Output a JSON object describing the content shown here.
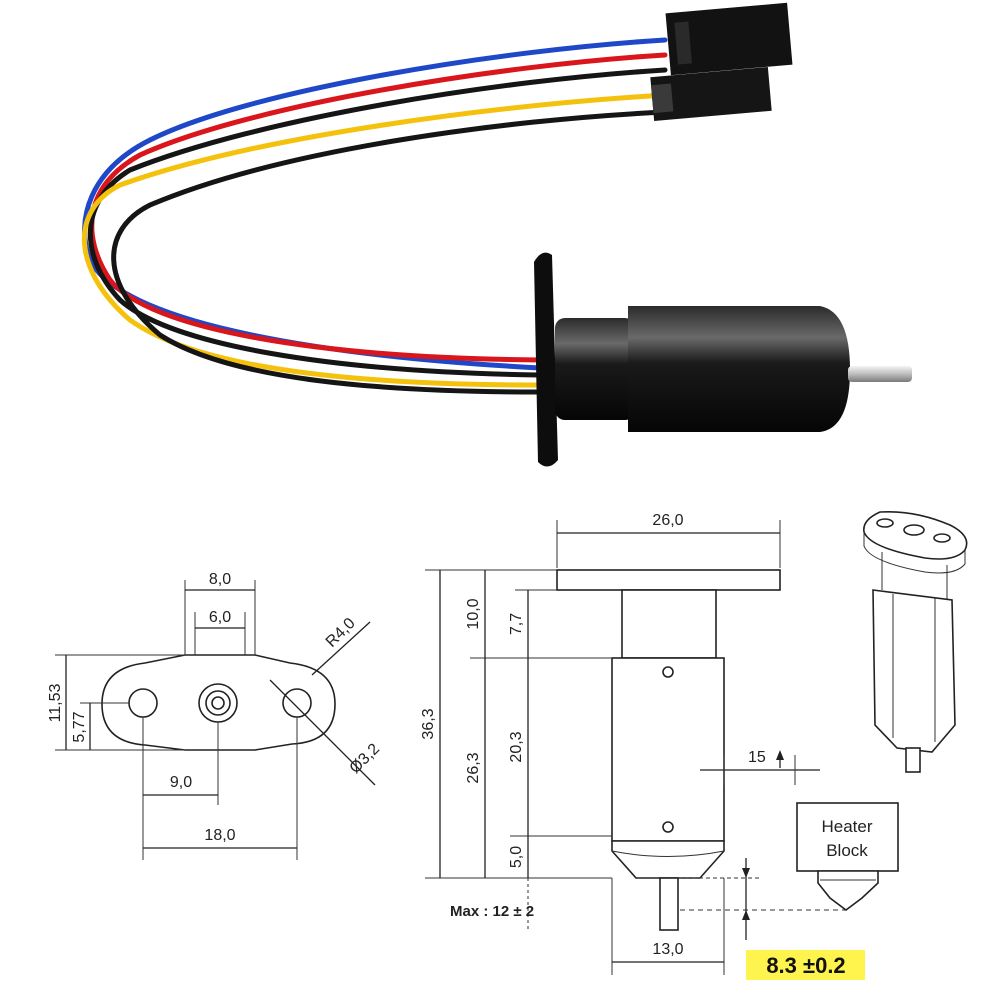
{
  "drawing": {
    "flange_top_view": {
      "width_outer": "8,0",
      "width_inner": "6,0",
      "height": "11,53",
      "hole_offset": "5,77",
      "half_spacing": "9,0",
      "hole_spacing": "18,0",
      "end_radius": "R4,0",
      "hole_diameter": "Ø3,2"
    },
    "side_view": {
      "flange_width": "26,0",
      "total_length": "36,3",
      "upper_section": "10,0",
      "body_length": "26,3",
      "collar": "7,7",
      "body_mid": "20,3",
      "tip_section": "5,0",
      "body_width": "13,0",
      "pin_offset": "15",
      "max_stroke": "Max : 12 ± 2"
    },
    "heater_block": {
      "label_line1": "Heater",
      "label_line2": "Block"
    },
    "trigger_offset": {
      "value": "8.3 ±0.2",
      "highlight_color": "#fff34d"
    }
  },
  "wire_colors": {
    "black": "#151515",
    "red": "#d8161b",
    "yellow": "#f4c20d",
    "blue": "#1f48c9"
  }
}
